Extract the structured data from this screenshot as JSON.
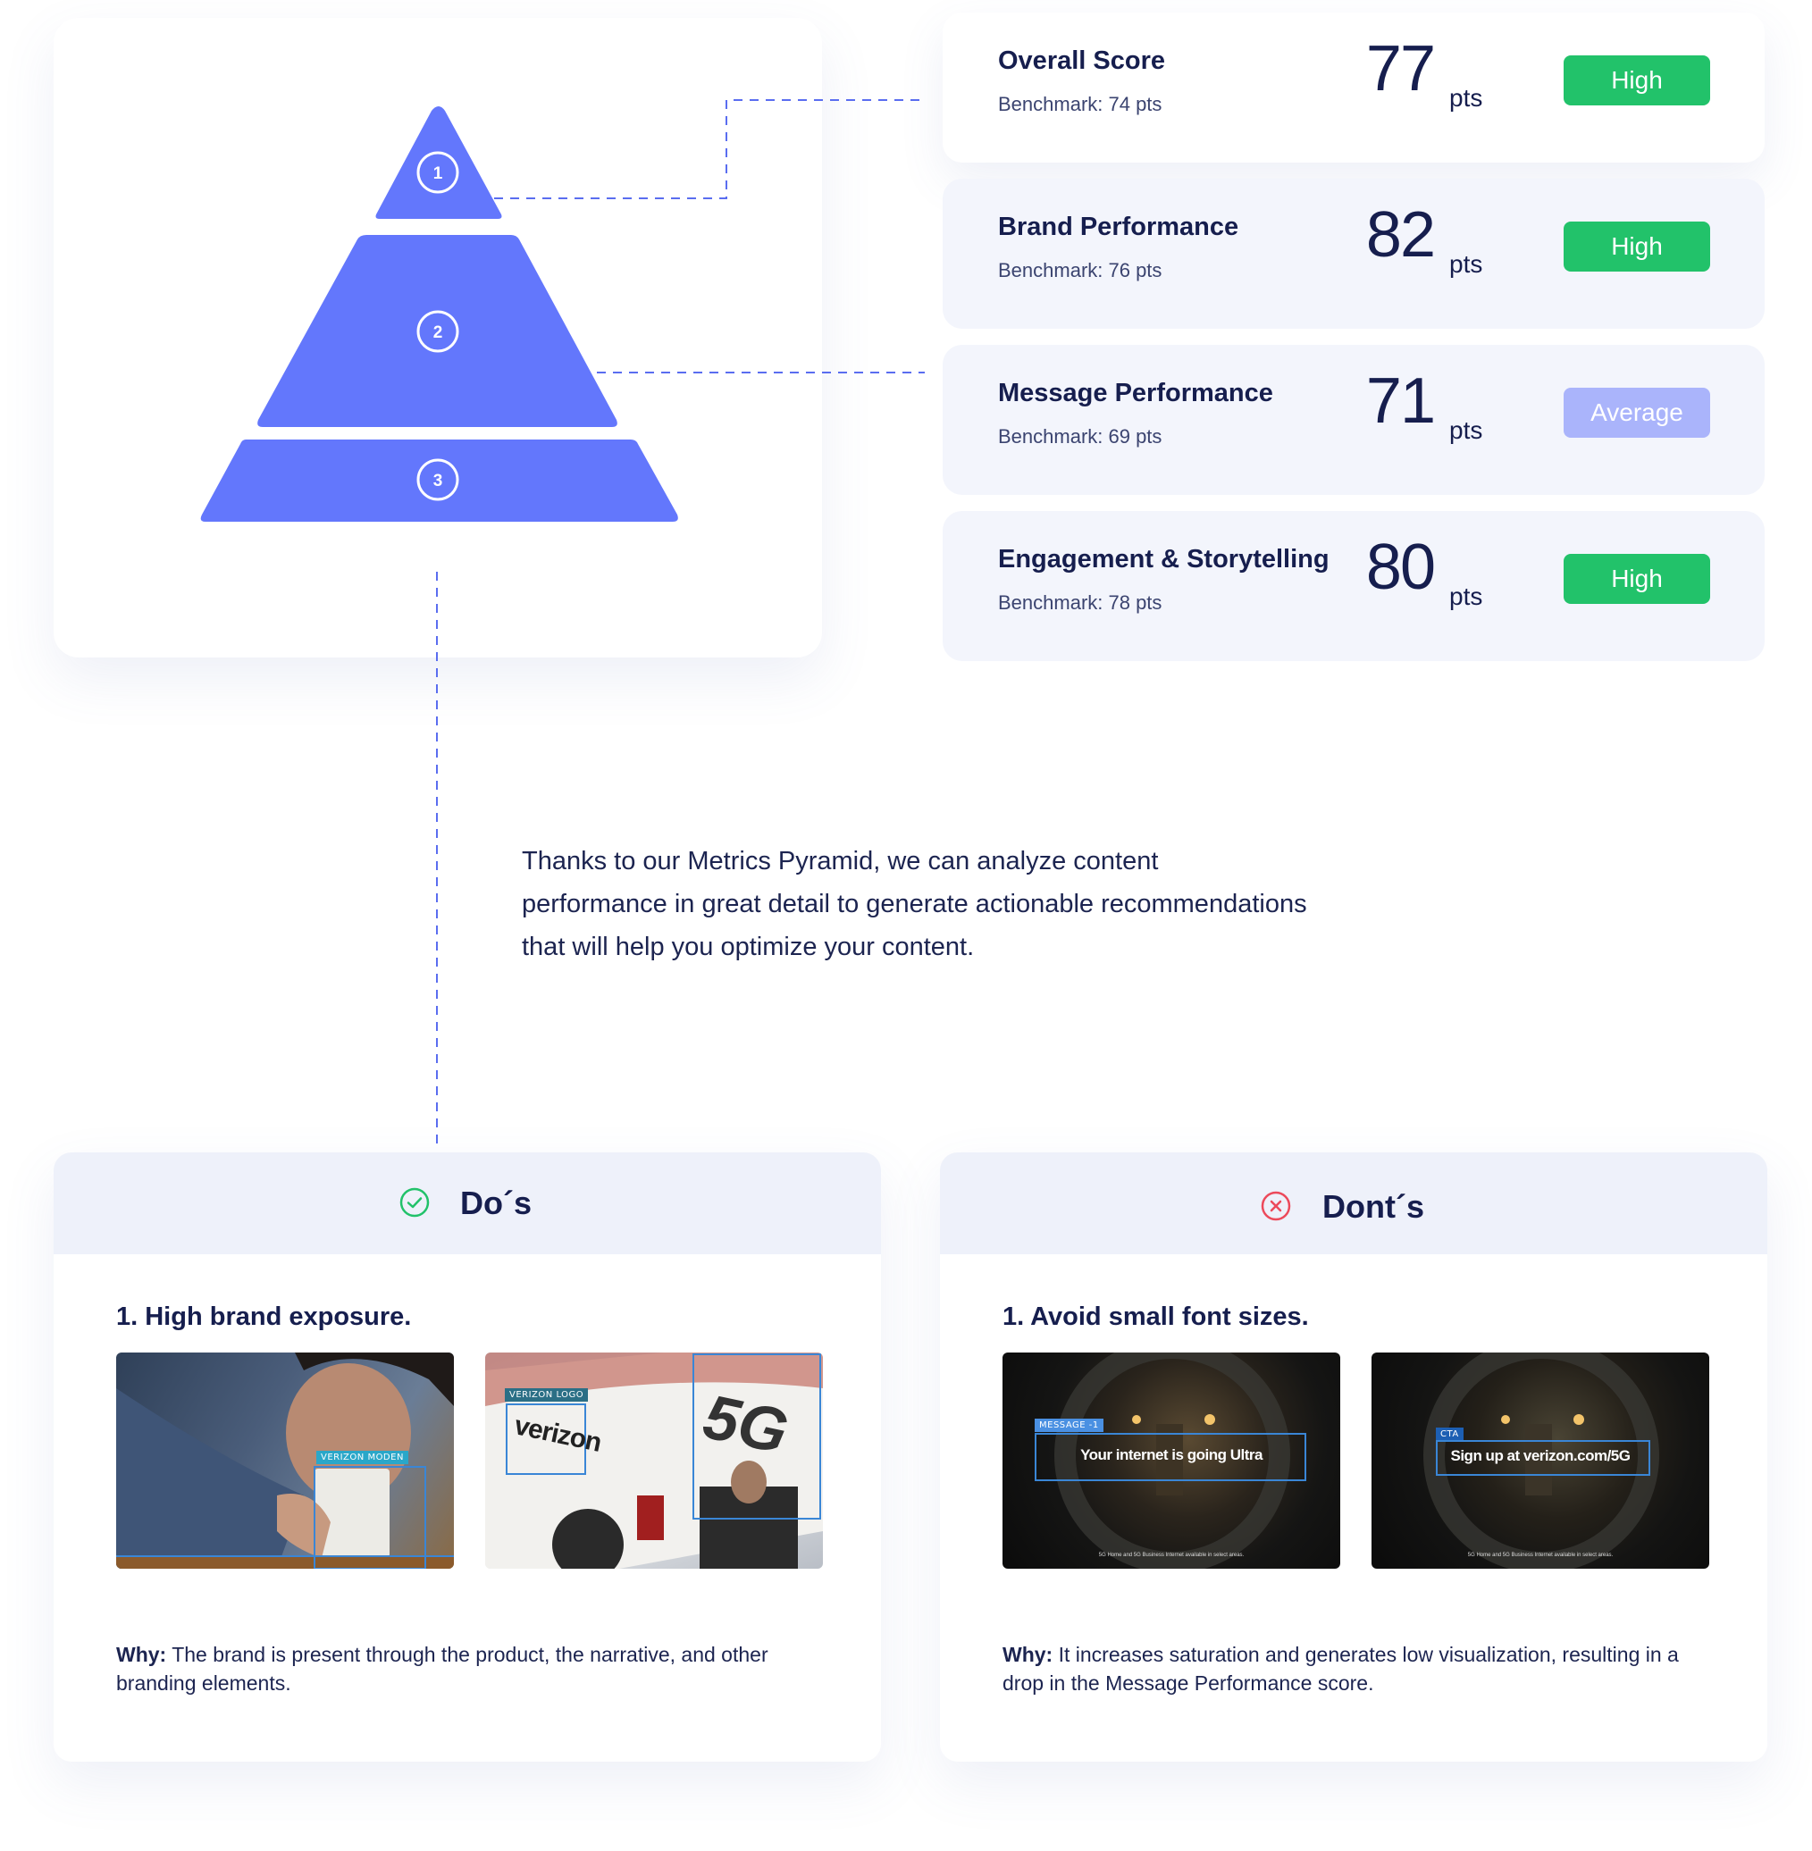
{
  "pyramid": {
    "levels": [
      {
        "number": "1"
      },
      {
        "number": "2"
      },
      {
        "number": "3"
      }
    ]
  },
  "metrics": [
    {
      "title": "Overall Score",
      "benchmark": "Benchmark: 74 pts",
      "value": "77",
      "unit": "pts",
      "badge": "High",
      "badge_color": "#22c26a"
    },
    {
      "title": "Brand Performance",
      "benchmark": "Benchmark: 76 pts",
      "value": "82",
      "unit": "pts",
      "badge": "High",
      "badge_color": "#22c26a"
    },
    {
      "title": "Message Performance",
      "benchmark": "Benchmark: 69 pts",
      "value": "71",
      "unit": "pts",
      "badge": "Average",
      "badge_color": "#aab4fb"
    },
    {
      "title": "Engagement & Storytelling",
      "benchmark": "Benchmark: 78 pts",
      "value": "80",
      "unit": "pts",
      "badge": "High",
      "badge_color": "#22c26a"
    }
  ],
  "intro": "Thanks to our Metrics Pyramid, we can analyze content performance in great detail to generate actionable recommendations that will help you optimize your content.",
  "dos": {
    "title": "Do´s",
    "icon": "check-circle-icon",
    "item_title": "1. High brand exposure.",
    "why_label": "Why:",
    "why_text": " The brand is present through the product, the narrative, and other branding elements.",
    "thumb1_tag": "VERIZON MODEN",
    "thumb2_tag": "VERIZON LOGO",
    "thumb2_brand": "verizon",
    "thumb2_van_text": "5G"
  },
  "donts": {
    "title": "Dont´s",
    "icon": "x-circle-icon",
    "item_title": "1. Avoid small font sizes.",
    "why_label": "Why:",
    "why_text": " It increases saturation and generates low visualization, resulting in a drop in the Message Performance score.",
    "thumb1_tag": "MESSAGE -1",
    "thumb1_caption": "Your internet is going Ultra",
    "thumb1_footer": "5G Home and 5G Business Internet available in select areas.",
    "thumb2_tag": "CTA",
    "thumb2_caption": "Sign up at verizon.com/5G",
    "thumb2_footer": "5G Home and 5G Business Internet available in select areas."
  },
  "colors": {
    "pyramid": "#6377fc",
    "dash": "#5a6df0",
    "high": "#22c26a",
    "average": "#aab4fb",
    "do_icon": "#22c26a",
    "dont_icon": "#ec4a5b"
  }
}
